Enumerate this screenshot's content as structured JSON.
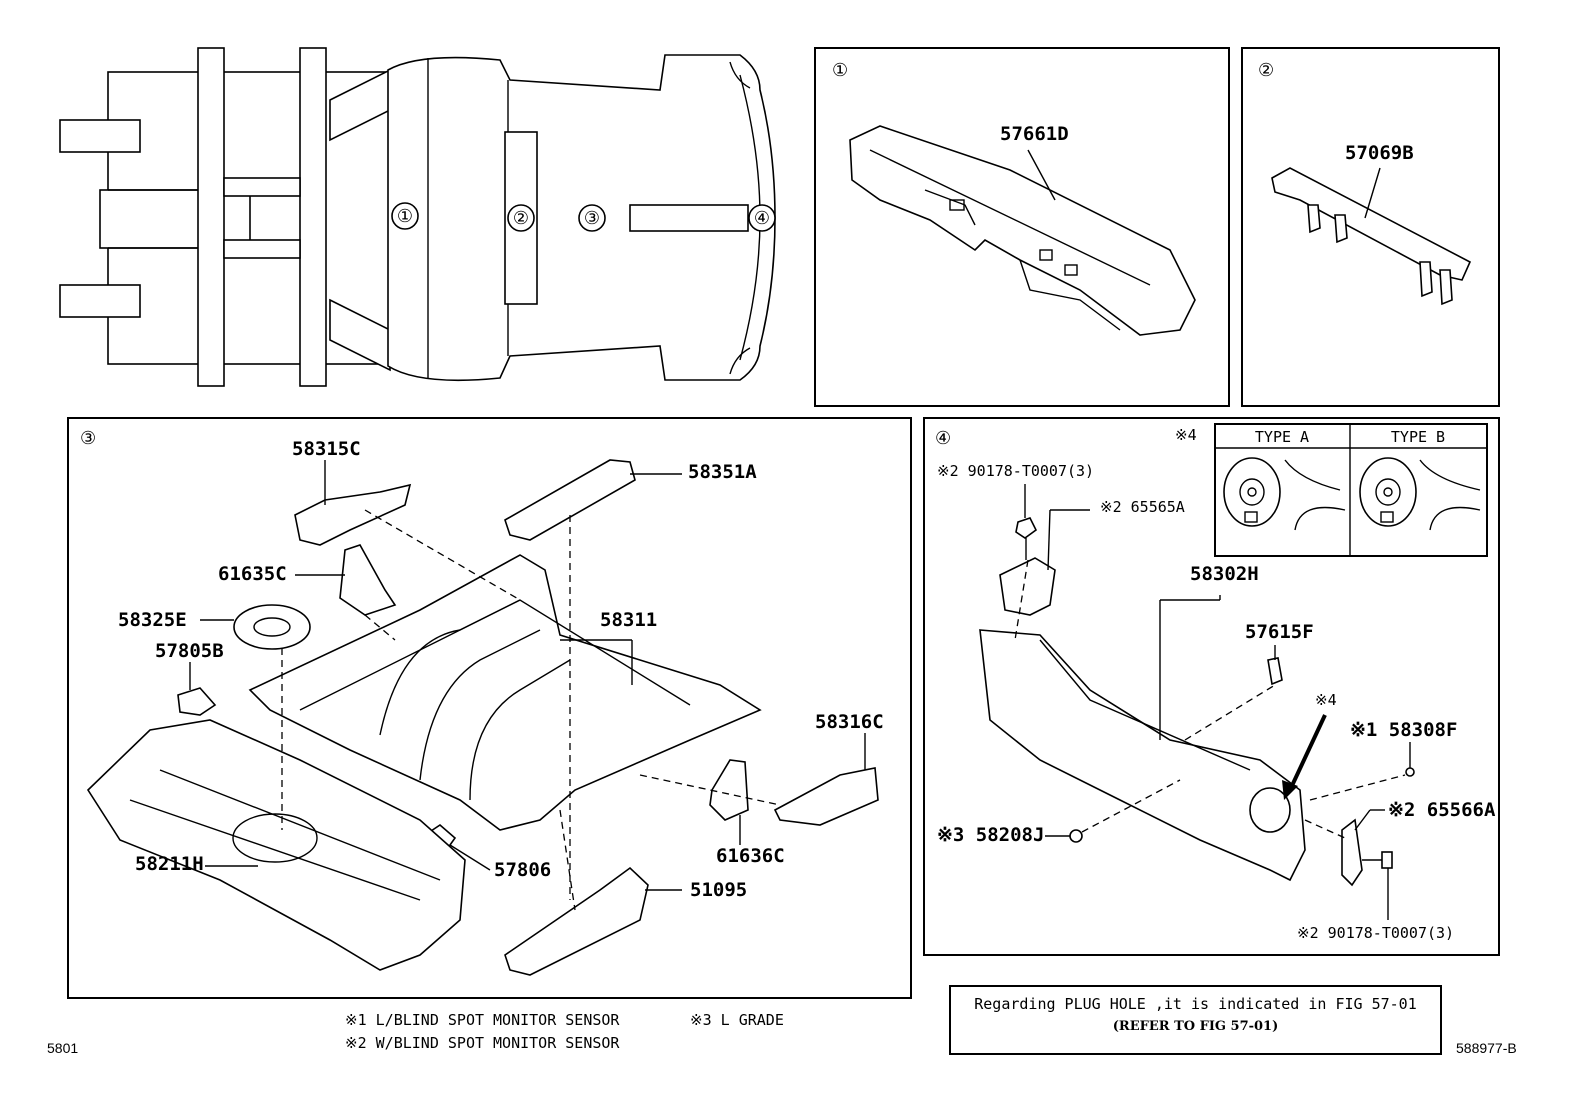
{
  "overview": {
    "markers": [
      "①",
      "②",
      "③",
      "④"
    ]
  },
  "panel1": {
    "marker": "①",
    "parts": [
      {
        "id": "p1",
        "label": "57661D"
      }
    ]
  },
  "panel2": {
    "marker": "②",
    "parts": [
      {
        "id": "p1",
        "label": "57069B"
      }
    ]
  },
  "panel3": {
    "marker": "③",
    "parts": [
      {
        "id": "a",
        "label": "58315C"
      },
      {
        "id": "b",
        "label": "58351A"
      },
      {
        "id": "c",
        "label": "61635C"
      },
      {
        "id": "d",
        "label": "58325E"
      },
      {
        "id": "e",
        "label": "58311"
      },
      {
        "id": "f",
        "label": "57805B"
      },
      {
        "id": "g",
        "label": "58316C"
      },
      {
        "id": "h",
        "label": "61636C"
      },
      {
        "id": "i",
        "label": "57806"
      },
      {
        "id": "j",
        "label": "58211H"
      },
      {
        "id": "k",
        "label": "51095"
      }
    ]
  },
  "panel4": {
    "marker": "④",
    "type_ref": "※4",
    "type_a": "TYPE A",
    "type_b": "TYPE B",
    "parts": [
      {
        "id": "a",
        "label": "※2 90178-T0007(3)"
      },
      {
        "id": "b",
        "label": "※2 65565A"
      },
      {
        "id": "c",
        "label": "58302H"
      },
      {
        "id": "d",
        "label": "57615F"
      },
      {
        "id": "e",
        "label": "※4"
      },
      {
        "id": "f",
        "label": "※1 58308F"
      },
      {
        "id": "g",
        "label": "※2 65566A"
      },
      {
        "id": "h",
        "label": "※3 58208J"
      },
      {
        "id": "i",
        "label": "※2 90178-T0007(3)"
      }
    ]
  },
  "legend": {
    "note1": "※1 L/BLIND SPOT MONITOR SENSOR",
    "note2": "※2 W/BLIND SPOT MONITOR SENSOR",
    "note3": "※3 L GRADE"
  },
  "note_box": {
    "line1": "Regarding PLUG HOLE ,it is indicated in FIG 57-01",
    "line2": "(REFER TO FIG 57-01)"
  },
  "page_code": "5801",
  "figure_id": "588977-B"
}
